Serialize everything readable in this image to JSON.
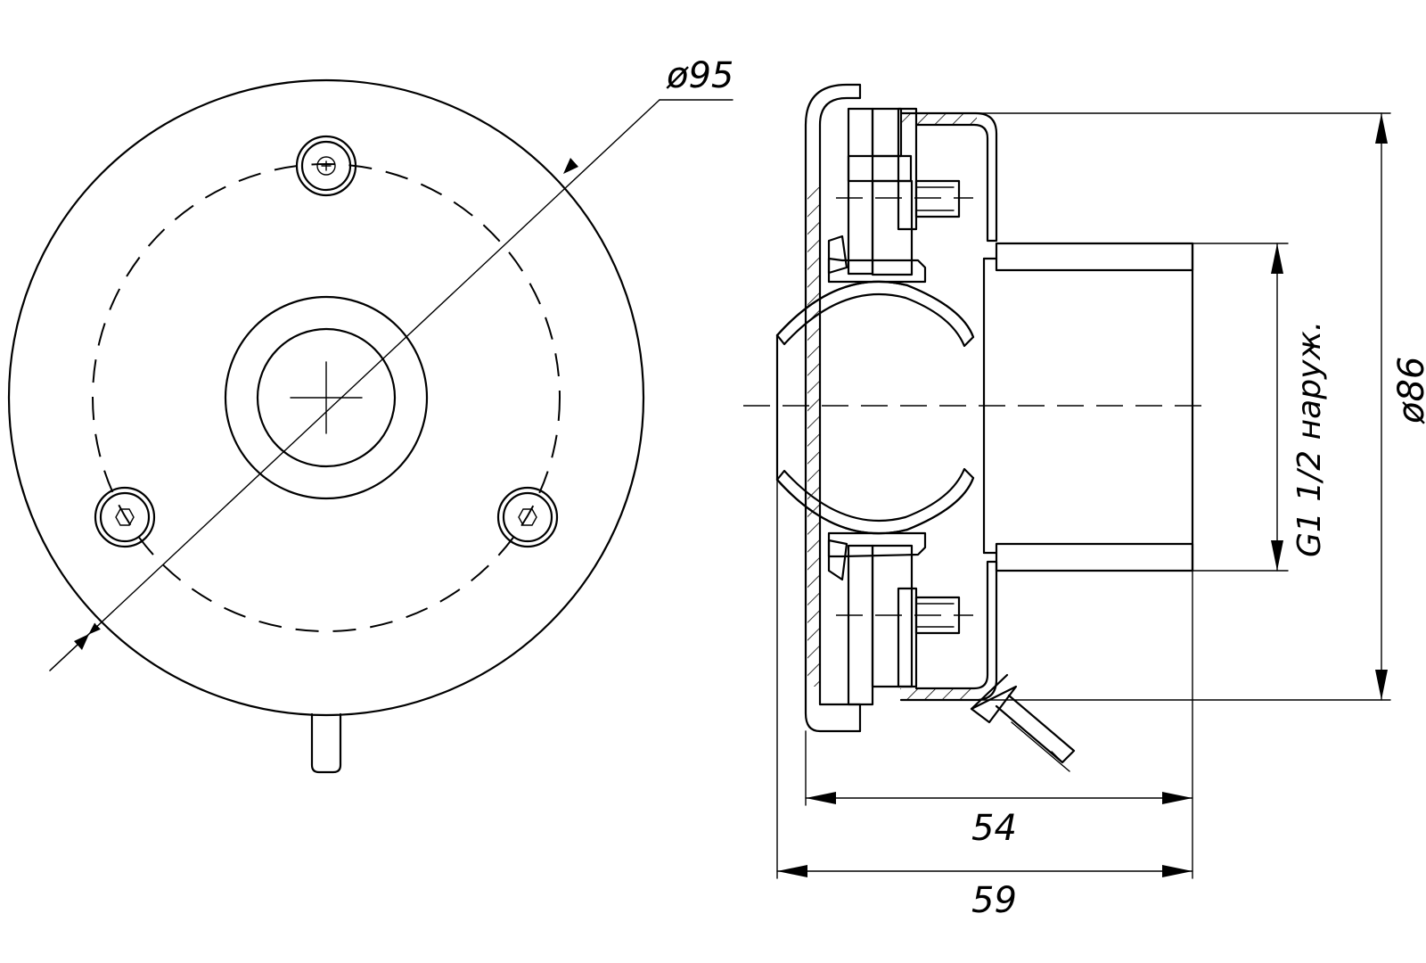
{
  "drawing": {
    "dimensions": {
      "dia_95": "ø95",
      "dia_86": "ø86",
      "len_54": "54",
      "len_59": "59",
      "thread": "G1 1/2 наруж."
    },
    "colors": {
      "line": "#000000",
      "background": "#ffffff"
    }
  }
}
